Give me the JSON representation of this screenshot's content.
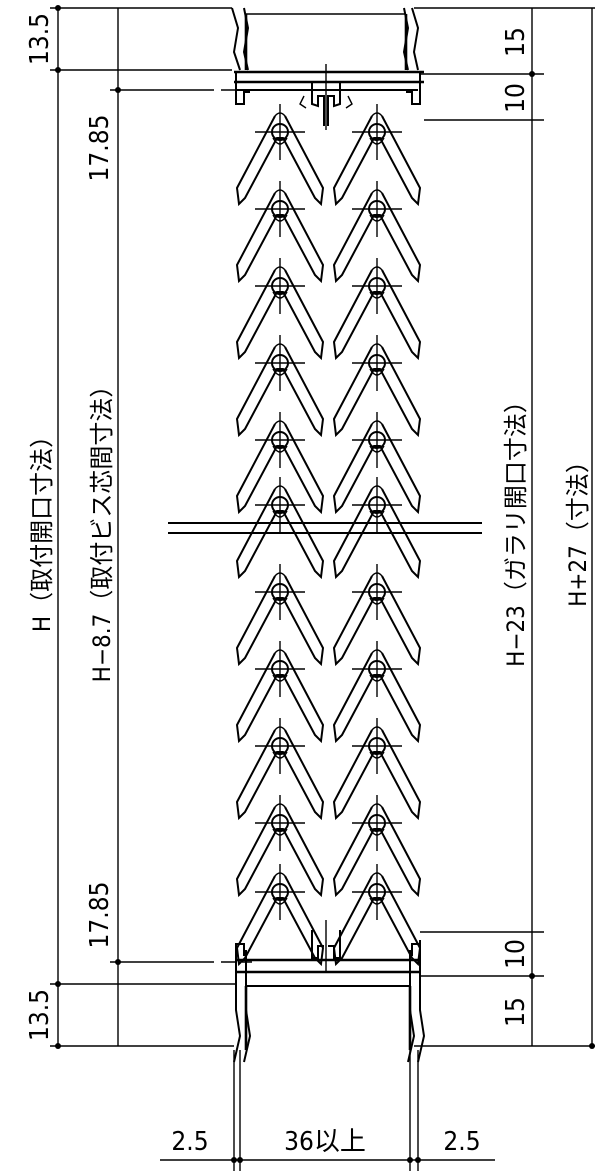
{
  "dimensions": {
    "left_top": "13.5",
    "left_bottom": "13.5",
    "pitch_top": "17.85",
    "pitch_bottom": "17.85",
    "overall_left": "H（取付開口寸法）",
    "screw_pitch": "H−8.7（取付ビス芯間寸法）",
    "shutter_opening": "H−23（ガラリ開口寸法）",
    "overall_right": "H+27（寸法）",
    "right_top_15": "15",
    "right_top_10": "10",
    "right_bottom_10": "10",
    "right_bottom_15": "15",
    "bottom_left": "2.5",
    "bottom_center": "36以上",
    "bottom_right": "2.5"
  }
}
